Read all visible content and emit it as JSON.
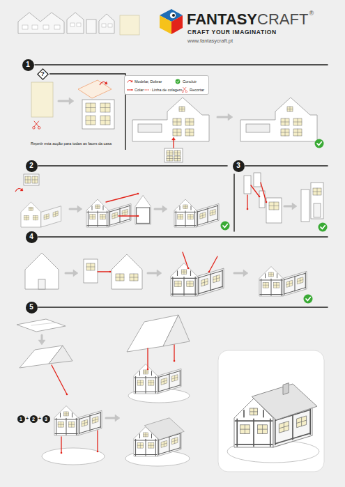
{
  "diagram": {
    "nodes": [
      {
        "text": [
          "1"
        ]
      },
      {
        "text": [
          "?"
        ]
      },
      {
        "text": [
          "2"
        ]
      },
      {
        "text": [
          "3"
        ]
      },
      {
        "text": [
          "4"
        ]
      },
      {
        "text": [
          "5"
        ]
      },
      {
        "text": [
          "1"
        ]
      },
      {
        "text": [
          "2"
        ]
      },
      {
        "text": [
          "3"
        ]
      }
    ],
    "labels": [
      "FANTASY",
      "CRAFT",
      "®",
      "CRAFT YOUR IMAGINATION",
      "www.fantasycraft.pt",
      "Repetir esta acção para todas as faces da casa",
      "+",
      "+"
    ],
    "legend": [
      {
        "text": "Modelar, Dobrar"
      },
      {
        "text": "Concluir"
      },
      {
        "text": "Colar"
      },
      {
        "text": "Linha de colagem"
      },
      {
        "text": "Recortar"
      }
    ]
  }
}
